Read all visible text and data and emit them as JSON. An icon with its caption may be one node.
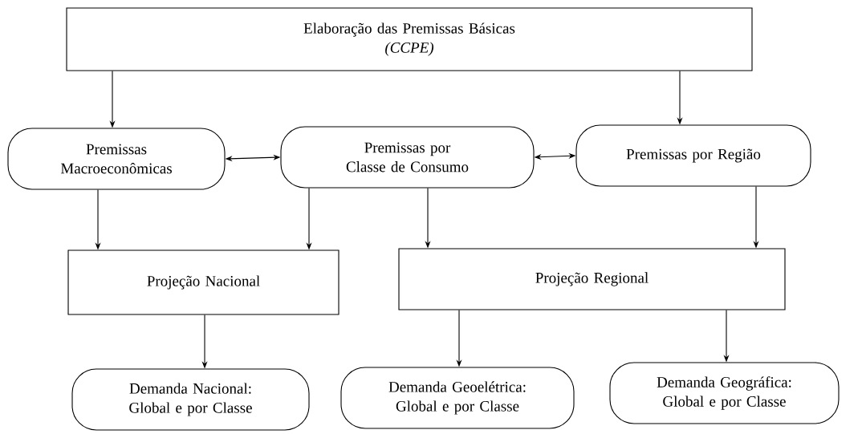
{
  "diagram": {
    "nodes": [
      {
        "text": [
          "Elaboração das Premissas Básicas",
          "(CCPE)"
        ]
      },
      {
        "text": [
          "Premissas Macroeconômicas"
        ]
      },
      {
        "text": [
          "Premissas por Classe de Consumo"
        ]
      },
      {
        "text": [
          "Premissas por Região"
        ]
      },
      {
        "text": [
          "Projeção Nacional"
        ]
      },
      {
        "text": [
          "Projeção Regional"
        ]
      },
      {
        "text": [
          "Demanda Nacional: Global e por Classe"
        ]
      },
      {
        "text": [
          "Demanda Geoelétrica: Global e por Classe"
        ]
      },
      {
        "text": [
          "Demanda Geográfica: Global e por Classe"
        ]
      }
    ],
    "edges": [
      {
        "from": 0,
        "to": 1,
        "arrow": "to"
      },
      {
        "from": 0,
        "to": 3,
        "arrow": "to"
      },
      {
        "from": 1,
        "to": 2,
        "arrow": "both"
      },
      {
        "from": 2,
        "to": 3,
        "arrow": "both"
      },
      {
        "from": 1,
        "to": 4,
        "arrow": "to"
      },
      {
        "from": 2,
        "to": 4,
        "arrow": "to"
      },
      {
        "from": 2,
        "to": 5,
        "arrow": "to"
      },
      {
        "from": 3,
        "to": 5,
        "arrow": "to"
      },
      {
        "from": 4,
        "to": 6,
        "arrow": "to"
      },
      {
        "from": 5,
        "to": 7,
        "arrow": "to"
      },
      {
        "from": 5,
        "to": 8,
        "arrow": "to"
      }
    ]
  }
}
